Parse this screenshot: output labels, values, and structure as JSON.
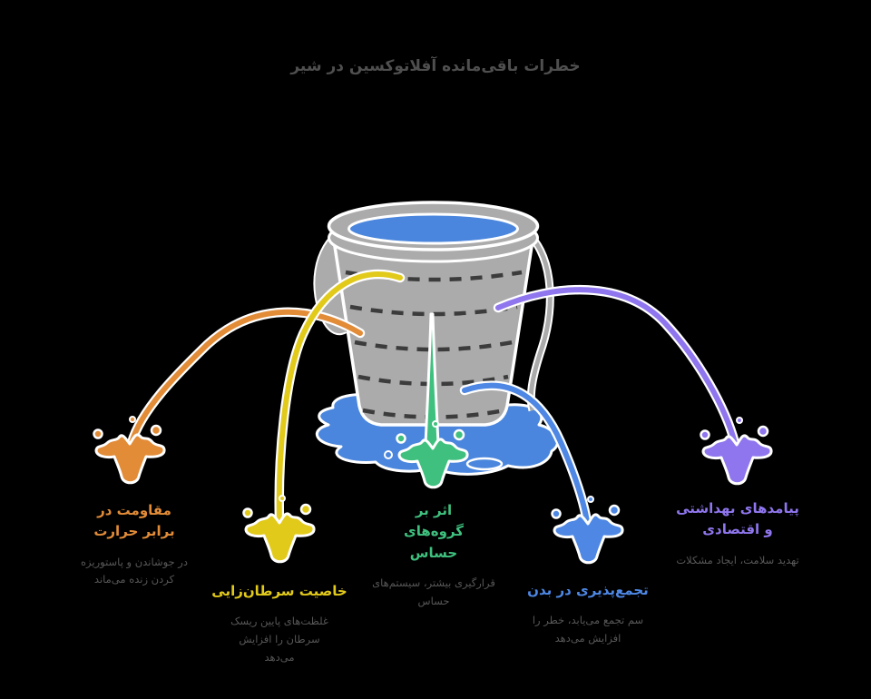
{
  "title": "خطرات باقی‌مانده آفلاتوکسین در شیر",
  "colors": {
    "background": "#000000",
    "title": "#4f4f4f",
    "subtitle": "#575757",
    "bucket": "#ababab",
    "water": "#4a86dd",
    "dash": "#3c3c3c",
    "orange": "#e28c38",
    "yellow": "#e2ca1b",
    "green": "#3fc07e",
    "blue": "#4e88e4",
    "purple": "#8f76ee"
  },
  "icons": {
    "bucket": "milk-bucket-icon",
    "splash": "liquid-splash-icon"
  },
  "nodes": [
    {
      "id": "heat",
      "accent": "orange",
      "heading": "مقاومت در برابر حرارت",
      "subtitle": "در جوشاندن و پاستوریزه کردن زنده می‌ماند"
    },
    {
      "id": "cancer",
      "accent": "yellow",
      "heading": "خاصیت سرطان‌زایی",
      "subtitle": "غلظت‌های پایین ریسک سرطان را افزایش می‌دهد"
    },
    {
      "id": "sensitive",
      "accent": "green",
      "heading": "اثر بر گروه‌های حساس",
      "subtitle": "قرارگیری بیشتر، سیستم‌های حساس"
    },
    {
      "id": "accumulation",
      "accent": "blue",
      "heading": "تجمع‌پذیری در بدن",
      "subtitle": "سم تجمع می‌یابد، خطر را افزایش می‌دهد"
    },
    {
      "id": "consequences",
      "accent": "purple",
      "heading": "پیامدهای بهداشتی و اقتصادی",
      "subtitle": "تهدید سلامت، ایجاد مشکلات"
    }
  ]
}
